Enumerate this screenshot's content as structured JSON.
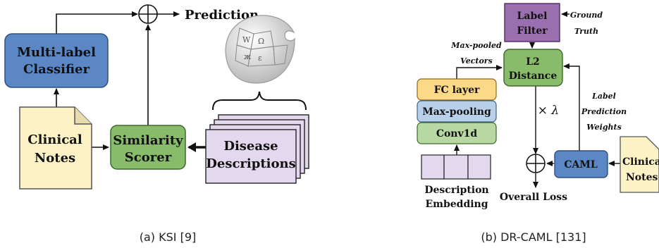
{
  "ksi": {
    "prediction": "Prediction",
    "classifier": [
      "Multi-label",
      "Classifier"
    ],
    "notes": [
      "Clinical",
      "Notes"
    ],
    "scorer": [
      "Similarity",
      "Scorer"
    ],
    "disease": [
      "Disease",
      "Descriptions"
    ],
    "caption": "(a) KSI [9]"
  },
  "drcaml": {
    "label_filter": [
      "Label",
      "Filter"
    ],
    "ground_truth": [
      "Ground",
      "Truth"
    ],
    "max_pooled": [
      "Max-pooled",
      "Vectors"
    ],
    "l2": [
      "L2",
      "Distance"
    ],
    "fc_layer": "FC layer",
    "max_pooling": "Max-pooling",
    "conv1d": "Conv1d",
    "description_embedding": [
      "Description",
      "Embedding"
    ],
    "lambda": "× λ",
    "label_pred": [
      "Label",
      "Prediction",
      "Weights"
    ],
    "caml": "CAML",
    "notes": [
      "Clinical",
      "Notes"
    ],
    "overall_loss": "Overall Loss",
    "caption": "(b) DR-CAML [131]"
  },
  "colors": {
    "blue": "#5b87c5",
    "green": "#88bb6a",
    "note": "#fdf1c6",
    "purple_light": "#e4d8ee",
    "purple": "#9a6fb0",
    "orange": "#fcd889",
    "light_blue": "#b9d0ea",
    "light_green": "#b7d8a3"
  },
  "icons": {
    "globe": "wikipedia-globe-icon",
    "oplus": "oplus-icon"
  }
}
